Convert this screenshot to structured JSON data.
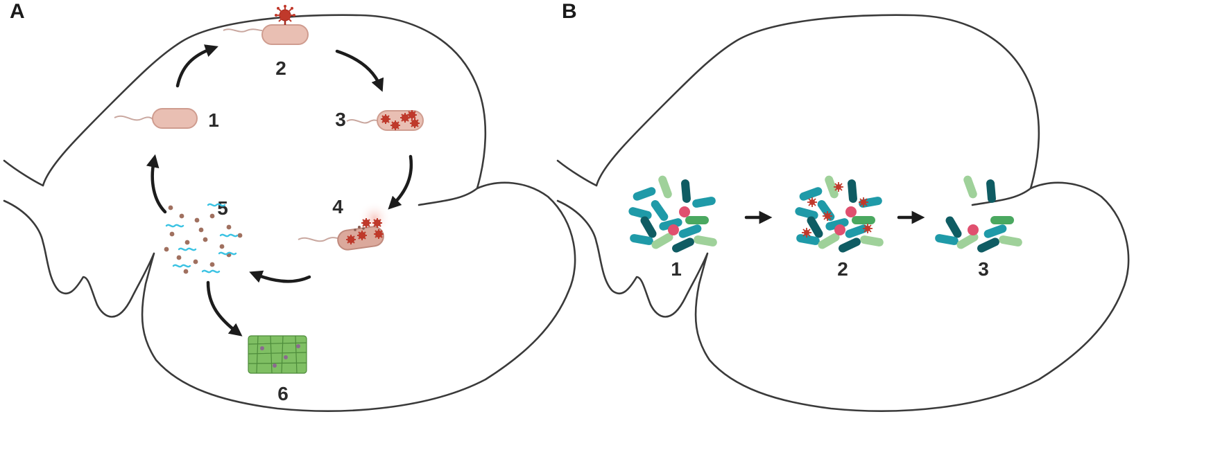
{
  "panels": [
    {
      "letter": "A",
      "steps": [
        "1",
        "2",
        "3",
        "4",
        "5",
        "6"
      ]
    },
    {
      "letter": "B",
      "steps": [
        "1",
        "2",
        "3"
      ]
    }
  ],
  "colors": {
    "outline": "#3a3a3a",
    "arrow": "#1c1c1c",
    "bacterium": "#e9bfb3",
    "phage": "#c0392b",
    "teal": "#1f9aa8",
    "dark_teal": "#0f5c63",
    "green": "#4aa860",
    "light_green": "#9fd19a",
    "pink_dot": "#e0506f",
    "debris": "#a0705f",
    "fiber": "#3cc3e3",
    "tissue": "#7fbf63"
  },
  "icons": [
    "bacterium-icon",
    "phage-icon",
    "lysed-bacterium-icon",
    "phage-particles-icon",
    "tissue-icon",
    "microbiota-cluster-icon",
    "arrow-icon"
  ]
}
